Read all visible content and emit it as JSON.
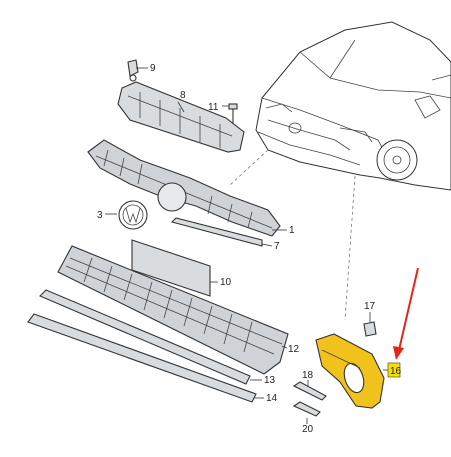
{
  "colors": {
    "highlight_part": "#f1c21b",
    "highlight_box": "#f7e000",
    "arrow": "#e3261c",
    "part_gray": "#cfd3d8",
    "line": "#333333"
  },
  "callouts": [
    {
      "id": "c1",
      "label": "1"
    },
    {
      "id": "c3",
      "label": "3"
    },
    {
      "id": "c7",
      "label": "7"
    },
    {
      "id": "c8",
      "label": "8"
    },
    {
      "id": "c9",
      "label": "9"
    },
    {
      "id": "c10",
      "label": "10"
    },
    {
      "id": "c11",
      "label": "11"
    },
    {
      "id": "c12",
      "label": "12"
    },
    {
      "id": "c13",
      "label": "13"
    },
    {
      "id": "c14",
      "label": "14"
    },
    {
      "id": "c16",
      "label": "16"
    },
    {
      "id": "c17",
      "label": "17"
    },
    {
      "id": "c18",
      "label": "18"
    },
    {
      "id": "c20",
      "label": "20"
    }
  ]
}
